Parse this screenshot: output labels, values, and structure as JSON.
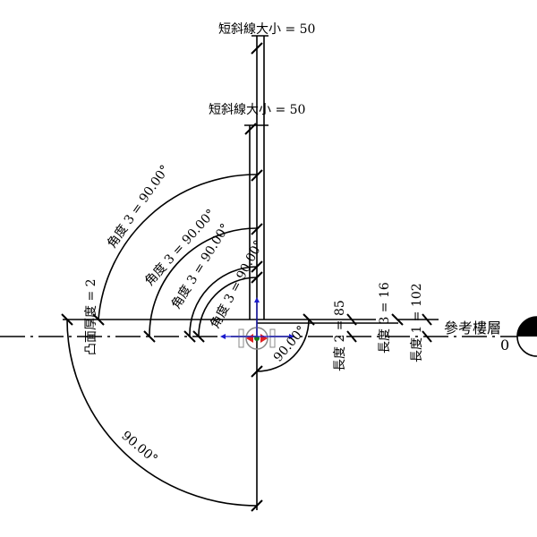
{
  "labels": {
    "short_slash_1": "短斜線大小 = 50",
    "short_slash_2": "短斜線大小 = 50",
    "angle_1": "角度 3 = 90.00°",
    "angle_2": "角度 3 = 90.00°",
    "angle_3": "角度 3 = 90.00°",
    "angle_4": "角度 3 = 90.00°",
    "convex_thickness": "凸面厚度 = 2",
    "angle_small": "90.00°",
    "angle_big": "90.00°",
    "length_2": "長度 2 = 85",
    "length_3": "長度 3 = 16",
    "length_1": "長度 1 = 102",
    "ref_level": "參考樓層",
    "ref_level_value": "0"
  },
  "colors": {
    "control_arrow": "#1a1acc",
    "flip_arrow": "#e02020",
    "origin": "#1a7a1a"
  }
}
